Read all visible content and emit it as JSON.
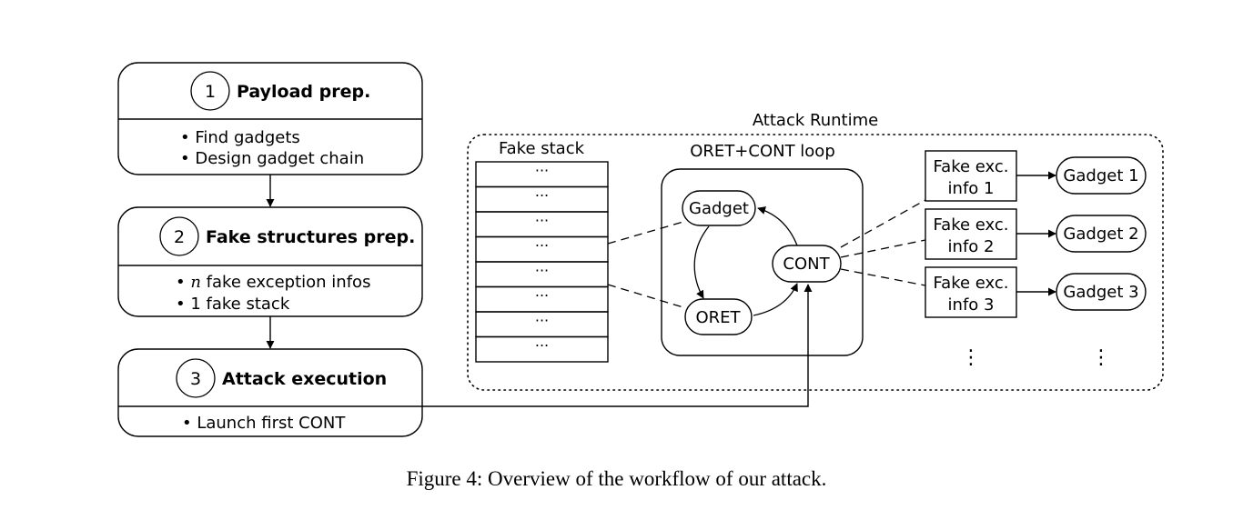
{
  "steps": [
    {
      "number": "1",
      "title": "Payload prep.",
      "items": [
        "• Find gadgets",
        "• Design gadget chain"
      ]
    },
    {
      "number": "2",
      "title": "Fake structures prep.",
      "items": [
        "fake exception infos",
        "• 1 fake stack"
      ],
      "item0_prefix": "• ",
      "item0_var": "n"
    },
    {
      "number": "3",
      "title": "Attack execution",
      "items": [
        "• Launch first CONT"
      ]
    }
  ],
  "runtime": {
    "title": "Attack Runtime",
    "fake_stack": {
      "title": "Fake stack",
      "cells": [
        "···",
        "···",
        "···",
        "···",
        "···",
        "···",
        "···",
        "···"
      ]
    },
    "loop": {
      "title": "ORET+CONT loop",
      "gadget": "Gadget",
      "oret": "ORET",
      "cont": "CONT"
    },
    "exc_infos": [
      {
        "line1": "Fake exc.",
        "line2": "info 1",
        "gadget": "Gadget 1"
      },
      {
        "line1": "Fake exc.",
        "line2": "info 2",
        "gadget": "Gadget 2"
      },
      {
        "line1": "Fake exc.",
        "line2": "info 3",
        "gadget": "Gadget 3"
      }
    ],
    "ellipsis": "⋮"
  },
  "caption": "Figure 4: Overview of the workflow of our attack."
}
